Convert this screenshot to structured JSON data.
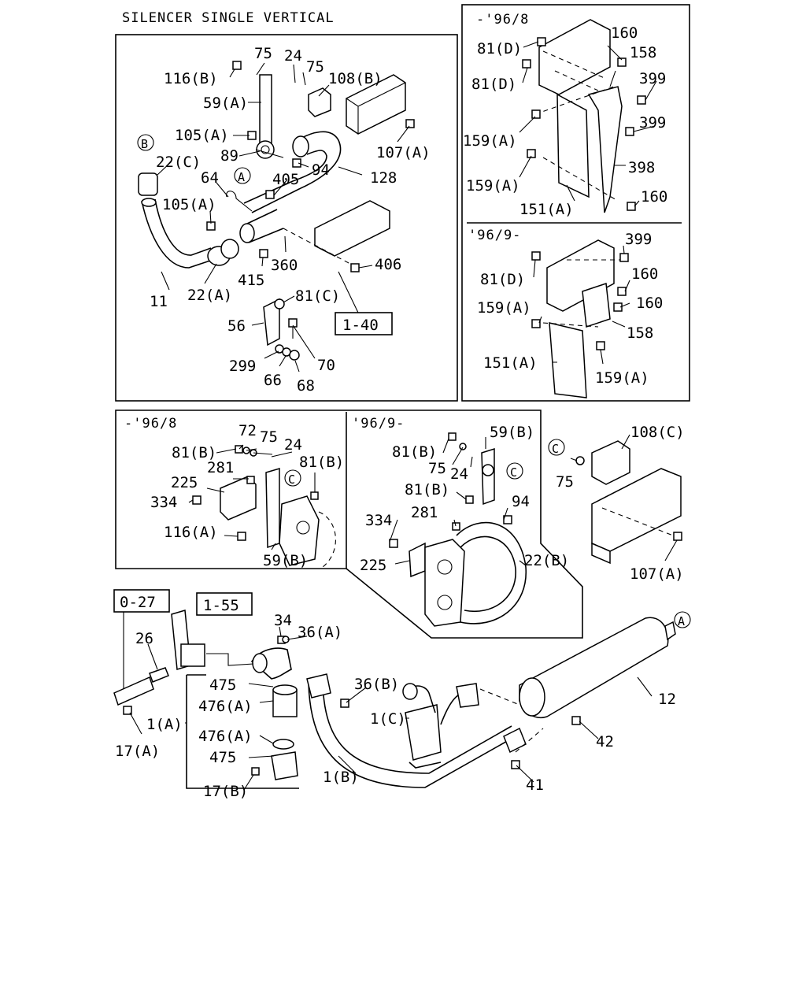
{
  "title": "SILENCER SINGLE VERTICAL",
  "refs": {
    "r1_40": "1-40",
    "r1_55": "1-55",
    "r0_27": "0-27"
  },
  "circled": {
    "a": "A",
    "b": "B",
    "c": "C"
  },
  "panels": {
    "tr_top": "-'96/8",
    "tr_bottom": "'96/9-",
    "ml_left": "-'96/8",
    "ml_right": "'96/9-"
  },
  "labels": {
    "p75a": "75",
    "p24a": "24",
    "p75b": "75",
    "p116b": "116(B)",
    "p108b": "108(B)",
    "p59a": "59(A)",
    "p105a1": "105(A)",
    "p89": "89",
    "p94a": "94",
    "p107a1": "107(A)",
    "p22c": "22(C)",
    "p64": "64",
    "p405": "405",
    "p128": "128",
    "p105a2": "105(A)",
    "p415": "415",
    "p360": "360",
    "p406": "406",
    "p11": "11",
    "p22a": "22(A)",
    "p81c": "81(C)",
    "p56": "56",
    "p299": "299",
    "p66": "66",
    "p68": "68",
    "p70": "70",
    "t81d1": "81(D)",
    "t81d2": "81(D)",
    "t160a": "160",
    "t158a": "158",
    "t399a": "399",
    "t399b": "399",
    "t159a1": "159(A)",
    "t159a2": "159(A)",
    "t398": "398",
    "t151a1": "151(A)",
    "t160b": "160",
    "b399": "399",
    "b81d": "81(D)",
    "b160a": "160",
    "b160b": "160",
    "b159a1": "159(A)",
    "b158": "158",
    "b151a": "151(A)",
    "b159a2": "159(A)",
    "m72": "72",
    "m75": "75",
    "m24": "24",
    "m81b1": "81(B)",
    "m81b2": "81(B)",
    "m281": "281",
    "m225": "225",
    "m334": "334",
    "m116a": "116(A)",
    "m59b": "59(B)",
    "n59b": "59(B)",
    "n81b1": "81(B)",
    "n75": "75",
    "n24": "24",
    "n81b2": "81(B)",
    "n94": "94",
    "n334": "334",
    "n281": "281",
    "n225": "225",
    "n22b": "22(B)",
    "r108c": "108(C)",
    "r75": "75",
    "r107a": "107(A)",
    "l26": "26",
    "l34": "34",
    "l36a": "36(A)",
    "l475a": "475",
    "l476a1": "476(A)",
    "l1a": "1(A)",
    "l476a2": "476(A)",
    "l475b": "475",
    "l17a": "17(A)",
    "l17b": "17(B)",
    "l36b": "36(B)",
    "l1c": "1(C)",
    "l1b": "1(B)",
    "l12": "12",
    "l42": "42",
    "l41": "41"
  }
}
